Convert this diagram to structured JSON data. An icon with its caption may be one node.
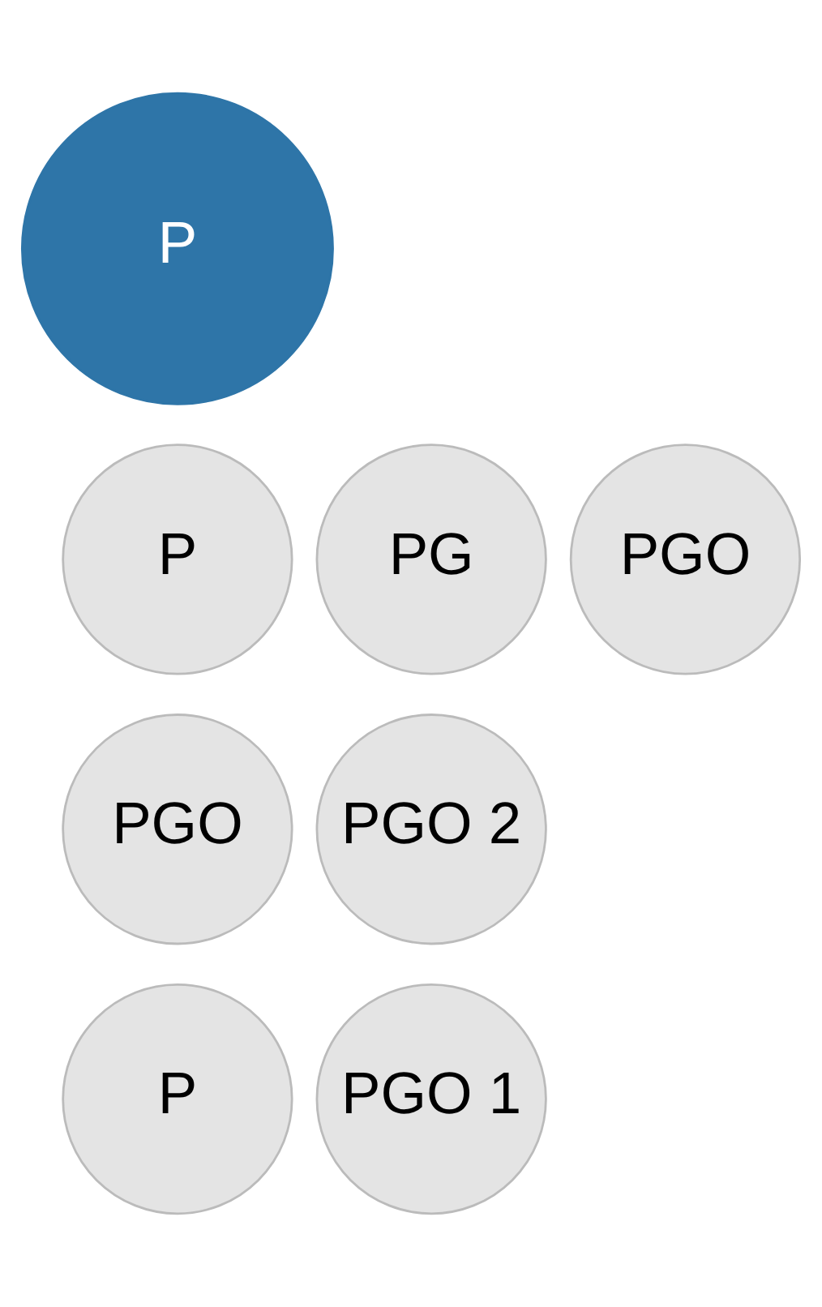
{
  "diagram": {
    "nodes": [
      {
        "text": [
          "P"
        ]
      },
      {
        "text": [
          "P"
        ]
      },
      {
        "text": [
          "PG"
        ]
      },
      {
        "text": [
          "PGO"
        ]
      },
      {
        "text": [
          "PGO"
        ]
      },
      {
        "text": [
          "PGO 2"
        ]
      },
      {
        "text": [
          "P"
        ]
      },
      {
        "text": [
          "PGO 1"
        ]
      }
    ],
    "edges": []
  }
}
